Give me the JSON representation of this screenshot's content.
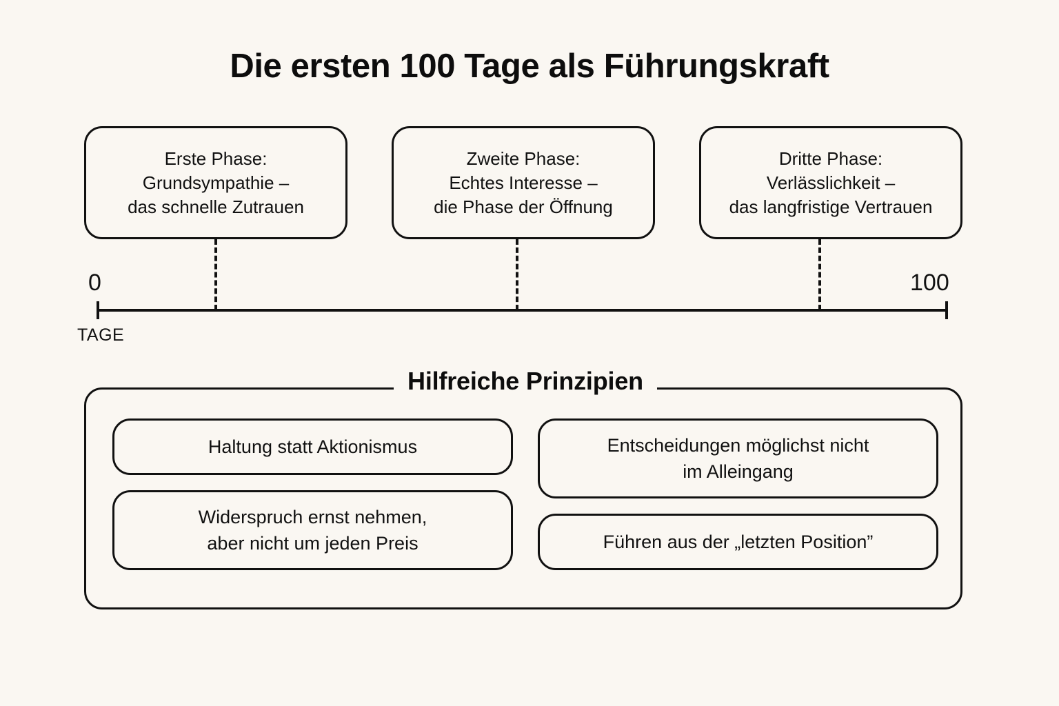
{
  "page": {
    "title": "Die ersten 100 Tage als Führungskraft",
    "background_color": "#faf7f2",
    "ink_color": "#111111"
  },
  "timeline": {
    "axis_unit_label": "TAGE",
    "min_label": "0",
    "max_label": "100",
    "min_value": 0,
    "max_value": 100,
    "tick_values": [
      15,
      50,
      85
    ],
    "phases": [
      {
        "id": "phase-1",
        "heading": "Erste Phase:",
        "line2": "Grundsympathie –",
        "line3": "das schnelle Zutrauen",
        "text": "Erste Phase:\nGrundsympathie –\ndas schnelle Zutrauen"
      },
      {
        "id": "phase-2",
        "heading": "Zweite Phase:",
        "line2": "Echtes Interesse –",
        "line3": "die Phase der Öffnung",
        "text": "Zweite Phase:\nEchtes Interesse –\ndie Phase der Öffnung"
      },
      {
        "id": "phase-3",
        "heading": "Dritte Phase:",
        "line2": "Verlässlichkeit –",
        "line3": "das langfristige Vertrauen",
        "text": "Dritte Phase:\nVerlässlichkeit –\ndas langfristige Vertrauen"
      }
    ]
  },
  "principles": {
    "legend": "Hilfreiche Prinzipien",
    "left_column": [
      {
        "id": "principle-1",
        "text": "Haltung statt Aktionismus"
      },
      {
        "id": "principle-2",
        "text": "Widerspruch ernst nehmen,\naber nicht um jeden Preis"
      }
    ],
    "right_column": [
      {
        "id": "principle-3",
        "text": "Entscheidungen möglichst nicht\nim Alleingang"
      },
      {
        "id": "principle-4",
        "text": "Führen aus der „letzten Position”"
      }
    ]
  },
  "chart_data": {
    "type": "timeline",
    "title": "Die ersten 100 Tage als Führungskraft",
    "xlabel": "TAGE",
    "xlim": [
      0,
      100
    ],
    "tick_labels": [
      "0",
      "100"
    ],
    "grid": false,
    "legend": "none",
    "categories": [
      "Erste Phase",
      "Zweite Phase",
      "Dritte Phase"
    ],
    "marker_positions": [
      15,
      50,
      85
    ],
    "annotations": [
      "Erste Phase: Grundsympathie – das schnelle Zutrauen",
      "Zweite Phase: Echtes Interesse – die Phase der Öffnung",
      "Dritte Phase: Verlässlichkeit – das langfristige Vertrauen"
    ]
  }
}
